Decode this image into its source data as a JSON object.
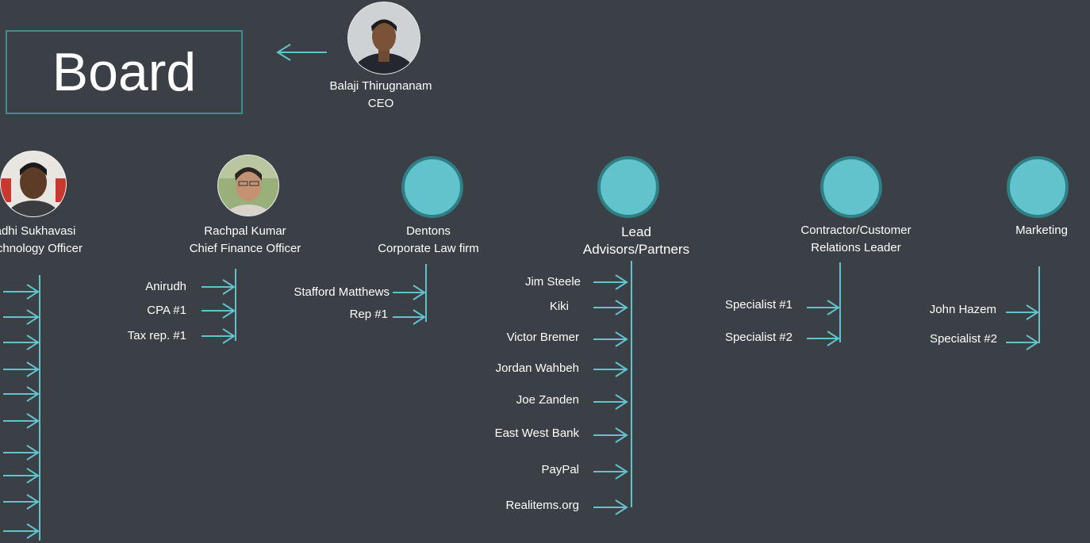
{
  "board": {
    "title": "Board"
  },
  "ceo": {
    "name": "Balaji Thirugnanam",
    "title": "CEO"
  },
  "colors": {
    "background": "#3b3f46",
    "accent": "#63c3cc",
    "border": "#3f8e8e"
  },
  "departments": [
    {
      "id": "cto",
      "line1": "radhi Sukhavasi",
      "line2": "Technology Officer",
      "avatar": "photo",
      "reports": [
        "",
        "",
        "",
        "",
        "",
        "",
        "",
        "",
        "",
        ""
      ]
    },
    {
      "id": "cfo",
      "line1": "Rachpal Kumar",
      "line2": "Chief Finance Officer",
      "avatar": "photo",
      "reports": [
        "Anirudh",
        "CPA #1",
        "Tax rep. #1"
      ]
    },
    {
      "id": "law",
      "line1": "Dentons",
      "line2": "Corporate Law firm",
      "avatar": "placeholder-circle",
      "reports": [
        "Stafford Matthews",
        "Rep #1"
      ]
    },
    {
      "id": "advisors",
      "line1": "Lead",
      "line2": "Advisors/Partners",
      "avatar": "placeholder-circle",
      "reports": [
        "Jim Steele",
        "Kiki",
        "Victor Bremer",
        "Jordan Wahbeh",
        "Joe Zanden",
        "East West Bank",
        "PayPal",
        "Realitems.org"
      ]
    },
    {
      "id": "contractor",
      "line1": "Contractor/Customer",
      "line2": "Relations Leader",
      "avatar": "placeholder-circle",
      "reports": [
        "Specialist #1",
        "Specialist #2"
      ]
    },
    {
      "id": "marketing",
      "line1": "Marketing",
      "line2": "",
      "avatar": "placeholder-circle",
      "reports": [
        "John Hazem",
        "Specialist #2"
      ]
    }
  ]
}
